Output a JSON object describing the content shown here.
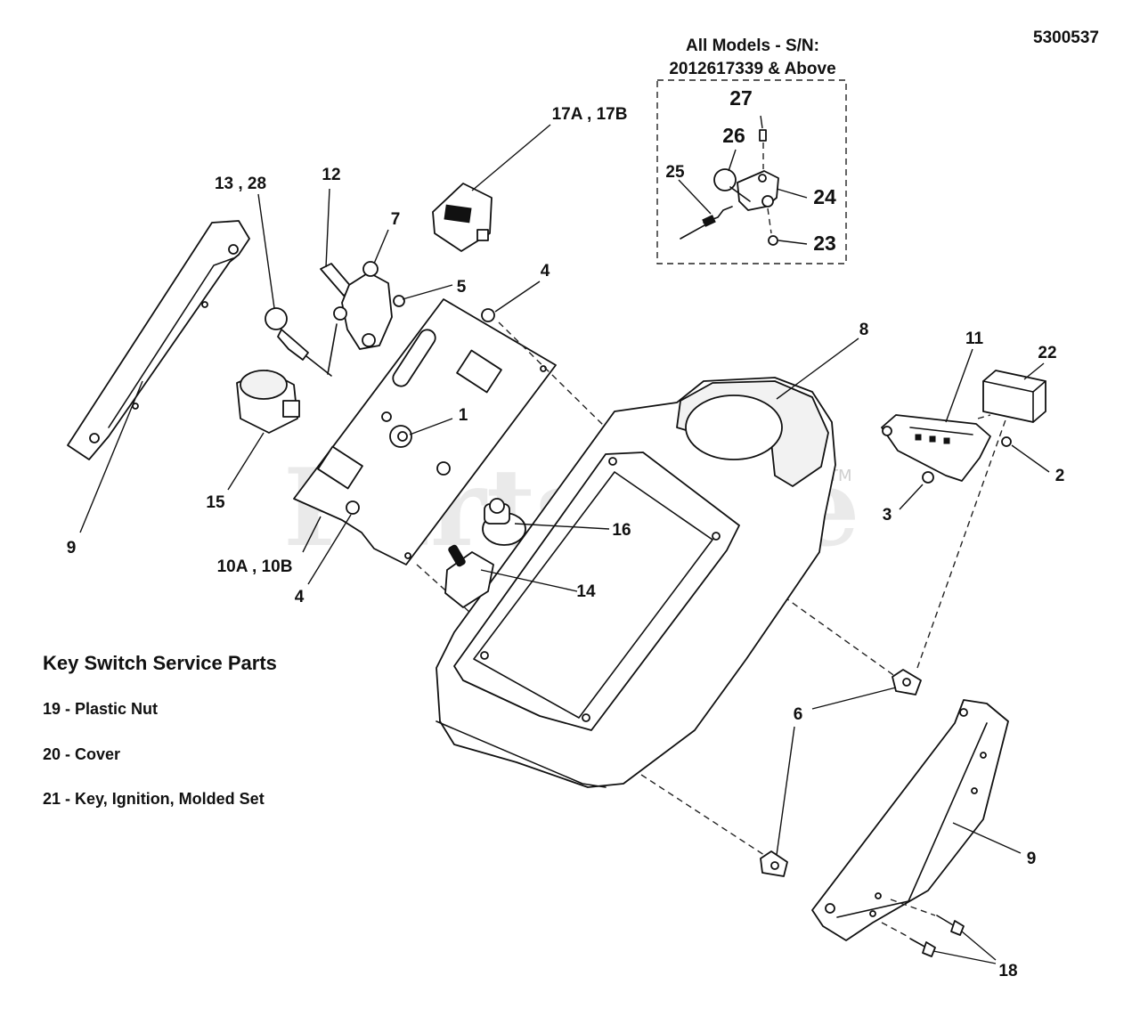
{
  "document_number": "5300537",
  "inset": {
    "title_line1": "All Models - S/N:",
    "title_line2": "2012617339 & Above",
    "callouts": [
      "27",
      "26",
      "25",
      "24",
      "23"
    ]
  },
  "callouts": {
    "c17": "17A , 17B",
    "c13": "13 , 28",
    "c12": "12",
    "c7": "7",
    "c5": "5",
    "c4a": "4",
    "c8": "8",
    "c11": "11",
    "c22": "22",
    "c2": "2",
    "c3": "3",
    "c1": "1",
    "c15": "15",
    "c9a": "9",
    "c10": "10A , 10B",
    "c4b": "4",
    "c16": "16",
    "c14": "14",
    "c6": "6",
    "c9b": "9",
    "c18": "18"
  },
  "service_parts": {
    "title": "Key Switch Service Parts",
    "items": [
      "19 - Plastic Nut",
      "20 - Cover",
      "21 - Key, Ignition, Molded Set"
    ]
  },
  "watermark": {
    "text": "PartsTree",
    "tm": "TM"
  }
}
